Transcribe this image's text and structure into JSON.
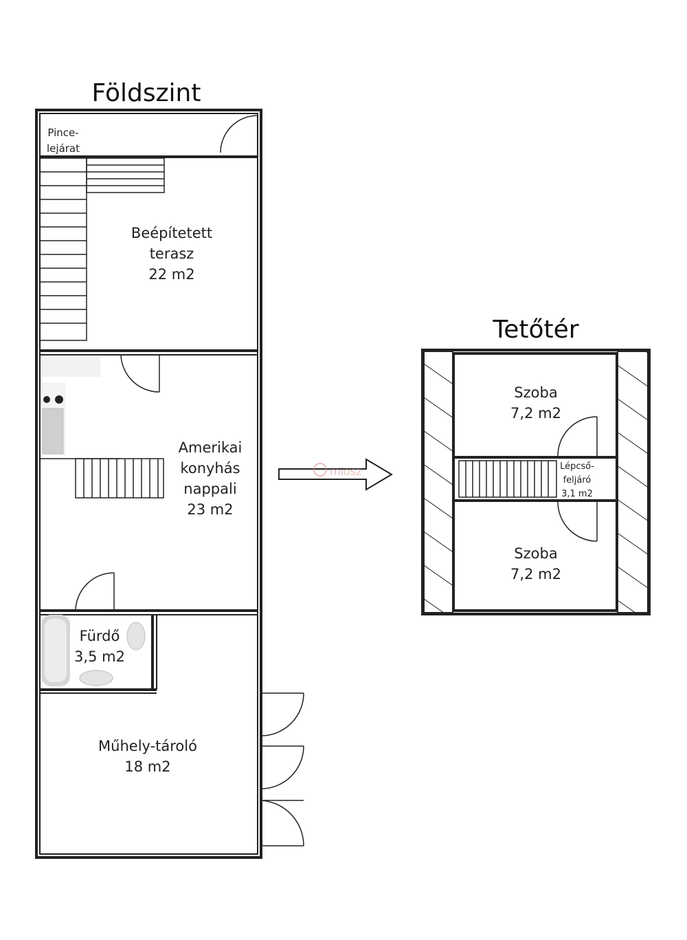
{
  "ground_floor": {
    "title": "Földszint",
    "rooms": {
      "pince": [
        "Pince-",
        "lejárat"
      ],
      "terasz": [
        "Beépítetett",
        "terasz",
        "22 m2"
      ],
      "nappali": [
        "Amerikai",
        "konyhás",
        "nappali",
        "23 m2"
      ],
      "furdo": [
        "Fürdő",
        "3,5 m2"
      ],
      "muhely": [
        "Műhely-tároló",
        "18 m2"
      ]
    }
  },
  "attic": {
    "title": "Tetőtér",
    "rooms": {
      "szoba_top": [
        "Szoba",
        "7,2 m2"
      ],
      "lepcso": [
        "Lépcső-",
        "feljáró",
        "3,1 m2"
      ],
      "szoba_bottom": [
        "Szoba",
        "7,2 m2"
      ]
    }
  },
  "watermark": "miosz",
  "colors": {
    "wall": "#222222",
    "fixture": "#cfcfcf",
    "watermark": "#d98a8a"
  }
}
